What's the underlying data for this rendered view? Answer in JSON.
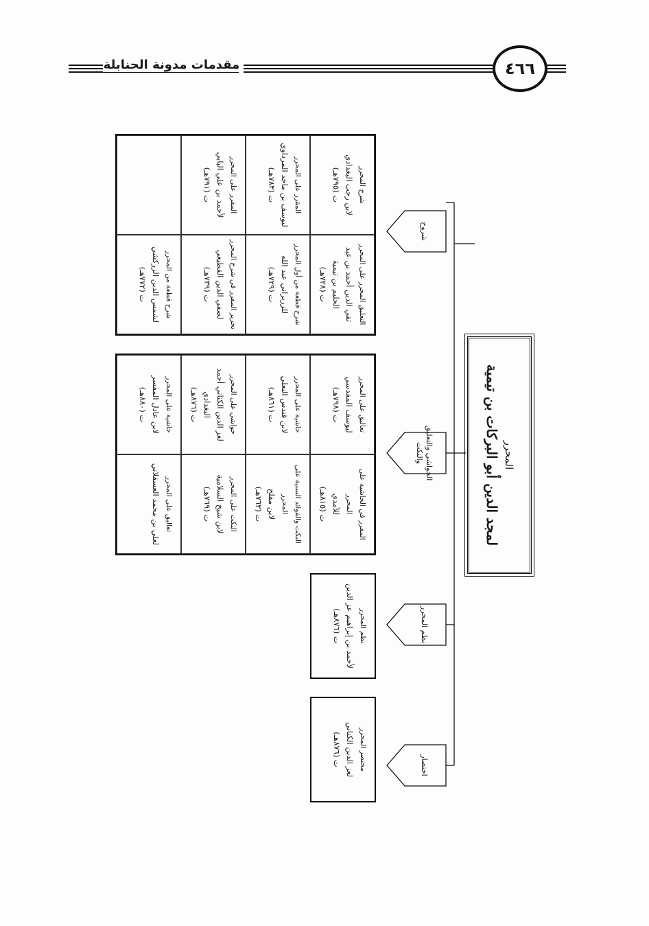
{
  "header": {
    "page_number": "٤٦٦",
    "book_title": "مقدمات مدونة الحنابلة"
  },
  "root": {
    "line1": "المحرر",
    "line2": "لمجد الدين أبو البركات بن تيمية"
  },
  "branches": [
    {
      "label": "شروح",
      "entries": [
        {
          "title": "شرح المحرر",
          "author": "لابن رجب البغدادي",
          "date": "ت (٧٩٥هـ)"
        },
        {
          "title": "التعليق المحرر على المحرر",
          "author": "تقي الدين أحمد بن عبد الحليم بن تيمية",
          "date": "ت (٧٢٨هـ)"
        },
        {
          "title": "المقرر على المحرر",
          "author": "ليوسف بن ماجد المرداوي",
          "date": "ت (٧٨٣هـ)"
        },
        {
          "title": "شرح قطعة من أول المحرر",
          "author": "للزريراني عبد الله",
          "date": "ت (٧٢٩هـ)"
        },
        {
          "title": "المقرر على المحرر",
          "author": "لأحمد بن علي البابي",
          "date": "ت (٧٩١هـ)"
        },
        {
          "title": "تحرير المقرر في شرح المحرر",
          "author": "لصفي الدين القطيعي",
          "date": "ت (٧٣٩هـ)"
        },
        {
          "title": "",
          "author": "",
          "date": ""
        },
        {
          "title": "شرح قطعة من المحرر",
          "author": "لشمس الدين الزركشي",
          "date": "ت (٧٧٢هـ)"
        }
      ]
    },
    {
      "label": "الحواشي والتعليق والنكت",
      "entries": [
        {
          "title": "تعاليق على المحرر",
          "author": "ليوسف المقدسي",
          "date": "ت (٧٩٨هـ)"
        },
        {
          "title": "المقرر في الحاشية على المحرر",
          "author": "للآمدي",
          "date": "ت (٨١٥هـ)"
        },
        {
          "title": "حاشية على المحرر",
          "author": "لابن قندس البعلي",
          "date": "ت (٨٦١هـ)"
        },
        {
          "title": "النكت والفوائد السنية على المحرر",
          "author": "لابن مفلح",
          "date": "ت (٧٦٣هـ)"
        },
        {
          "title": "حواشي على المحرر",
          "author": "لعز الدين الكناني أحمد البغدادي",
          "date": "ت (٨٧٦هـ)"
        },
        {
          "title": "النكت على المحرر",
          "author": "لابن شيخ السلامية",
          "date": "ت (٧٦٩هـ)"
        },
        {
          "title": "حاشية على المحرر",
          "author": "لابن عادل المفسر",
          "date": "ت (٨٨٠هـ)"
        },
        {
          "title": "تعاليق على المحرر",
          "author": "لعلي بن محمد العسقلاني",
          "date": ""
        }
      ]
    },
    {
      "label": "نظم المحرر",
      "entries": [
        {
          "title": "نظم المحرر",
          "author": "لأحمد بن إبراهيم عز الدين",
          "date": "ت (٨٧٦هـ)"
        }
      ]
    },
    {
      "label": "اختصار",
      "entries": [
        {
          "title": "مختصر المحرر",
          "author": "لعز الدين الكناني",
          "date": "ت (٨٧٦هـ)"
        }
      ]
    }
  ]
}
